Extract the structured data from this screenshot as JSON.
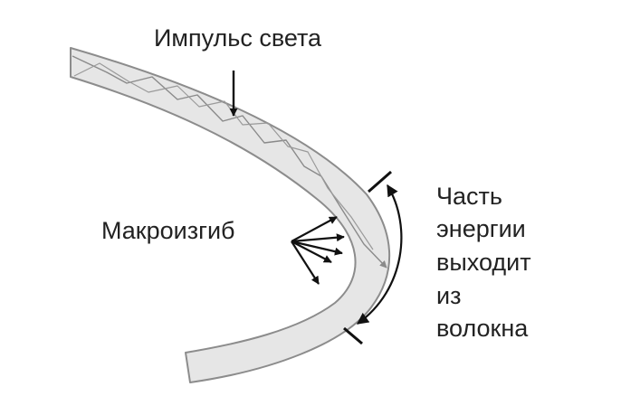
{
  "labels": {
    "light_pulse": "Импульс света",
    "macrobend": "Макроизгиб",
    "energy_loss_lines": [
      "Часть",
      "энергии",
      "выходит",
      "из",
      "волокна"
    ]
  },
  "colors": {
    "fiber_fill": "#e6e6e6",
    "fiber_edge": "#8c8c8c",
    "ray": "#8a8a8a",
    "arrow": "#111111",
    "text": "#222222"
  }
}
